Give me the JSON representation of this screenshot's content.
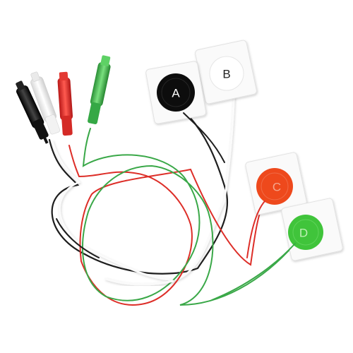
{
  "electrodes": [
    {
      "label": "A",
      "color": "#111111",
      "text_color": "#ffffff"
    },
    {
      "label": "B",
      "color": "#ffffff",
      "text_color": "#222222"
    },
    {
      "label": "C",
      "color": "#ee4a1f",
      "text_color": "#f5a58b"
    },
    {
      "label": "D",
      "color": "#3fc43a",
      "text_color": "#bff0b5"
    }
  ],
  "wires": [
    {
      "name": "black",
      "color": "#1a1a1a"
    },
    {
      "name": "white",
      "color": "#f7f7f7"
    },
    {
      "name": "red",
      "color": "#e0302c"
    },
    {
      "name": "green",
      "color": "#3aa848"
    }
  ]
}
